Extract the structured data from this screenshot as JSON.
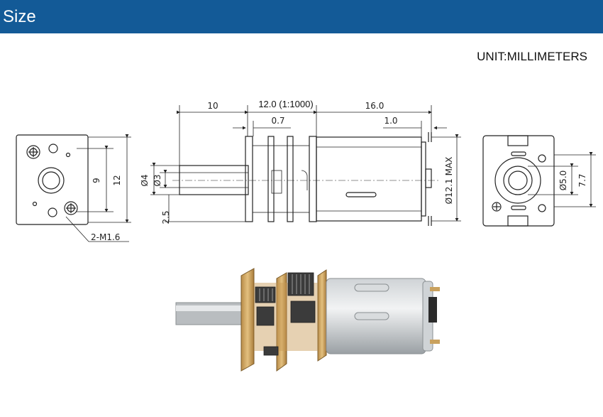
{
  "header": {
    "title": "Size",
    "background": "#135a97"
  },
  "unit_label": "UNIT:MILLIMETERS",
  "dimensions": {
    "front_hole_spacing": "9",
    "front_width": "12",
    "front_offset": "2.5",
    "front_screws": "2-M1.6",
    "shaft_length": "10",
    "gearbox_length": "12.0 (1:1000)",
    "motor_length": "16.0",
    "flange_thickness": "0.7",
    "terminal_length": "1.0",
    "shaft_dia_outer": "Ø4",
    "shaft_dia_inner": "Ø3",
    "motor_dia": "Ø12.1 MAX",
    "rear_bearing_dia": "Ø5.0",
    "rear_height": "7.7"
  }
}
